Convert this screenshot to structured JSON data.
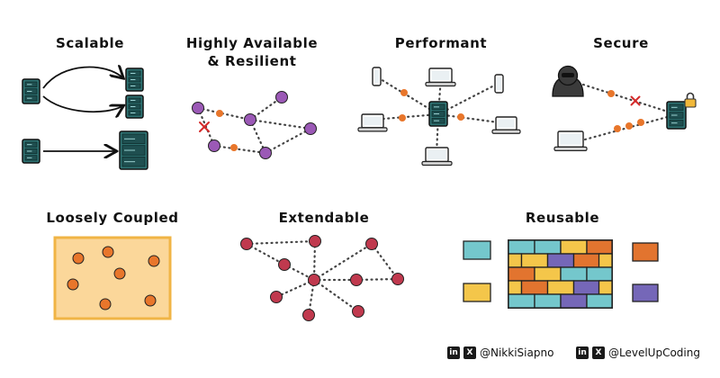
{
  "panels": {
    "scalable": "Scalable",
    "highly_available_line1": "Highly Available",
    "highly_available_line2": "& Resilient",
    "performant": "Performant",
    "secure": "Secure",
    "loosely_coupled": "Loosely Coupled",
    "extendable": "Extendable",
    "reusable": "Reusable"
  },
  "credits": {
    "linkedin_glyph": "in",
    "x_glyph": "X",
    "handle_1": "@NikkiSiapno",
    "handle_2": "@LevelUpCoding"
  },
  "colors": {
    "server": "#2f7373",
    "server_dark": "#1f4f50",
    "purple_node": "#9b59b6",
    "orange_dot": "#e8762b",
    "red_x": "#d42a2a",
    "crimson_node": "#c0394e",
    "box_fill": "#fbd79a",
    "box_border": "#f0b445",
    "block_teal": "#74c7cc",
    "block_orange": "#e2742f",
    "block_yellow": "#f4c64a",
    "block_purple": "#7567b8"
  },
  "icons": [
    "server-icon",
    "laptop-icon",
    "phone-icon",
    "hacker-icon",
    "lock-icon",
    "linkedin-icon",
    "x-icon"
  ]
}
